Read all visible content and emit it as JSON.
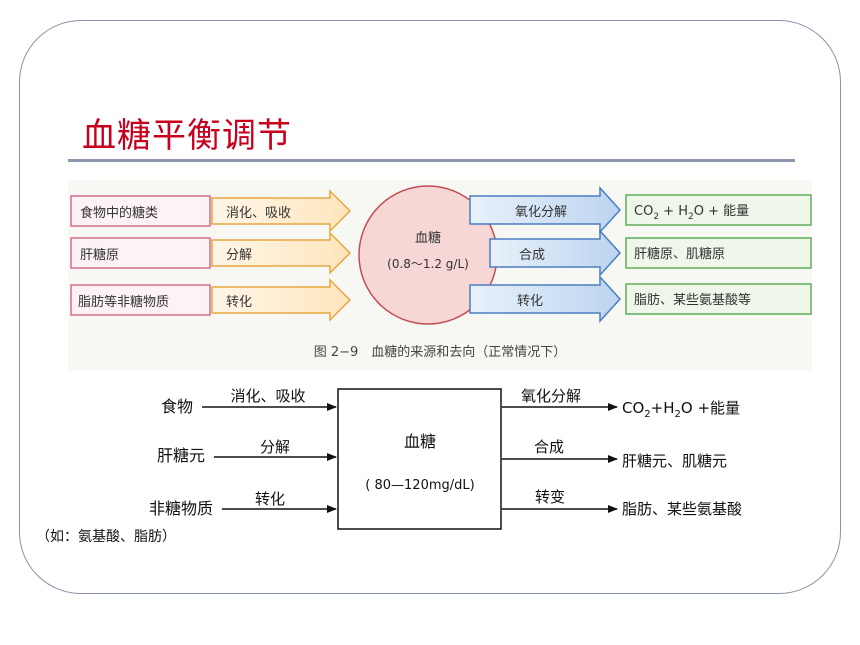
{
  "title": "血糖平衡调节",
  "figure_top": {
    "sources": [
      "食物中的糖类",
      "肝糖原",
      "脂肪等非糖物质"
    ],
    "source_processes": [
      "消化、吸收",
      "分解",
      "转化"
    ],
    "center_label": "血糖",
    "center_range": "(0.8～1.2 g/L)",
    "destination_processes": [
      "氧化分解",
      "合成",
      "转化"
    ],
    "destinations": {
      "d1_prefix": "CO",
      "d1_sub1": "2",
      "d1_mid": " + H",
      "d1_sub2": "2",
      "d1_suffix": "O + 能量",
      "d2": "肝糖原、肌糖原",
      "d3": "脂肪、某些氨基酸等"
    },
    "caption": "图 2−9　血糖的来源和去向（正常情况下）"
  },
  "figure_bottom": {
    "sources": [
      "食物",
      "肝糖元",
      "非糖物质"
    ],
    "source_note": "（如：氨基酸、脂肪）",
    "source_processes": [
      "消化、吸收",
      "分解",
      "转化"
    ],
    "center_label": "血糖",
    "center_range": "( 80—120mg/dL)",
    "destination_processes": [
      "氧化分解",
      "合成",
      "转变"
    ],
    "destinations": {
      "d1_prefix": "CO",
      "d1_sub1": "2",
      "d1_mid": "+H",
      "d1_sub2": "2",
      "d1_suffix": "O +能量",
      "d2": "肝糖元、肌糖元",
      "d3": "脂肪、某些氨基酸"
    }
  },
  "colors": {
    "title": "#c8001e",
    "source_box_border": "#d26e8a",
    "source_arrow_border": "#e8a640",
    "circle_fill": "#f6d7d5",
    "circle_border": "#c24d54",
    "dest_arrow_border": "#4a7fc0",
    "dest_box_border": "#5fae58",
    "dest_box_fill": "#eef7ea"
  }
}
